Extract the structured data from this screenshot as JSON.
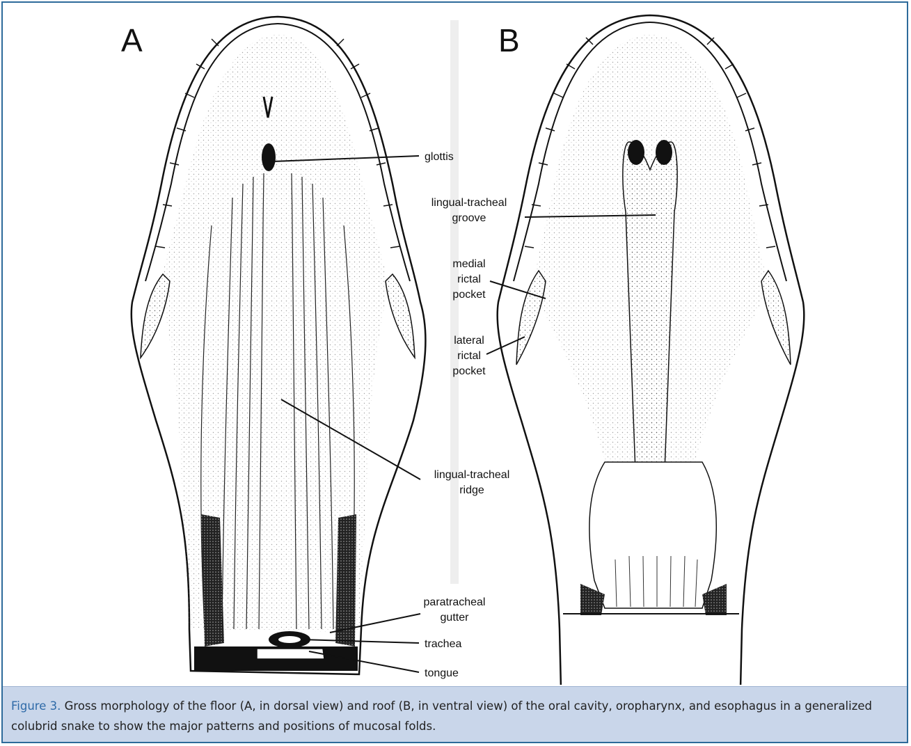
{
  "panels": {
    "a": "A",
    "b": "B"
  },
  "labels": {
    "glottis": "glottis",
    "lingual_tracheal_groove": [
      "lingual-tracheal",
      "groove"
    ],
    "medial_rictal_pocket": [
      "medial",
      "rictal",
      "pocket"
    ],
    "lateral_rictal_pocket": [
      "lateral",
      "rictal",
      "pocket"
    ],
    "lingual_tracheal_ridge": [
      "lingual-tracheal",
      "ridge"
    ],
    "paratracheal_gutter": [
      "paratracheal",
      "gutter"
    ],
    "trachea": "trachea",
    "tongue": "tongue"
  },
  "caption": {
    "lead": "Figure 3.",
    "text": "Gross morphology of the floor (A, in dorsal view) and roof (B, in ventral view) of the oral cavity, oropharynx, and esophagus in a generalized colubrid snake to show the major patterns and positions of mucosal folds."
  },
  "colors": {
    "frame": "#2d6a9a",
    "caption_bg": "#c9d6ea",
    "caption_lead": "#2e6aa8",
    "ink": "#111111"
  }
}
